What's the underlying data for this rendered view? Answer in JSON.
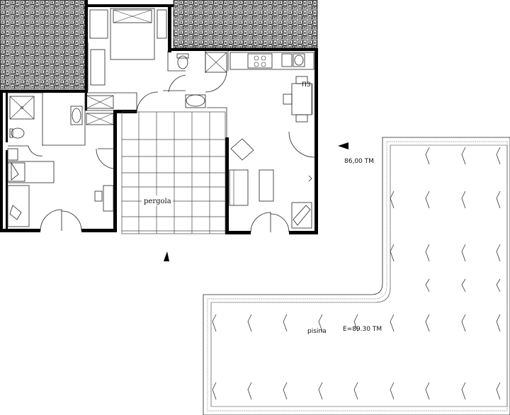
{
  "labels": {
    "pergola": "pergola",
    "elevation": "86,00 TM",
    "pool_name": "pisina",
    "pool_elevation": "E=89.30 TM",
    "sign": "ПЗ"
  },
  "icons": {
    "level_marker": "level-triangle-icon",
    "north_marker": "north-arrow-icon"
  },
  "colors": {
    "line": "#000000",
    "background": "#ffffff"
  }
}
